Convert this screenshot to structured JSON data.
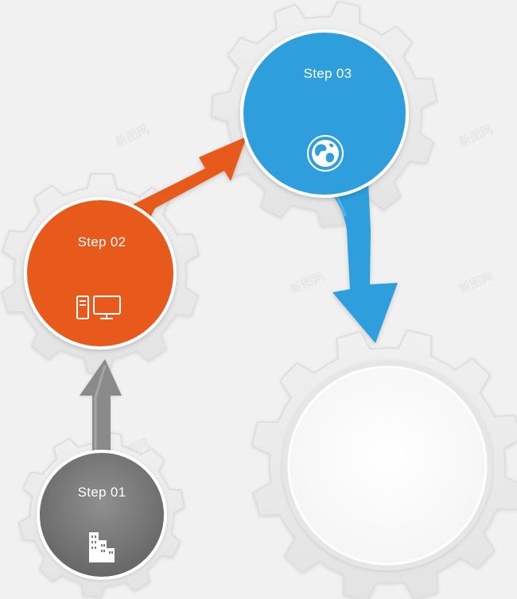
{
  "steps": [
    {
      "id": "step-01",
      "label": "Step 01",
      "icon": "buildings-icon",
      "color": "#7d7d7d"
    },
    {
      "id": "step-02",
      "label": "Step 02",
      "icon": "computer-icon",
      "color": "#e85a1e"
    },
    {
      "id": "step-03",
      "label": "Step 03",
      "icon": "globe-icon",
      "color": "#2f9fdc"
    },
    {
      "id": "step-04",
      "label": "",
      "icon": "",
      "color": "#ffffff"
    }
  ],
  "arrows": [
    {
      "from": "step-01",
      "to": "step-02",
      "color": "#8a8a8a"
    },
    {
      "from": "step-02",
      "to": "step-03",
      "color": "#e85a1e"
    },
    {
      "from": "step-03",
      "to": "step-04",
      "color": "#2f9fdc"
    }
  ],
  "gear_color": "#e6e6e6",
  "watermark": "新图网"
}
